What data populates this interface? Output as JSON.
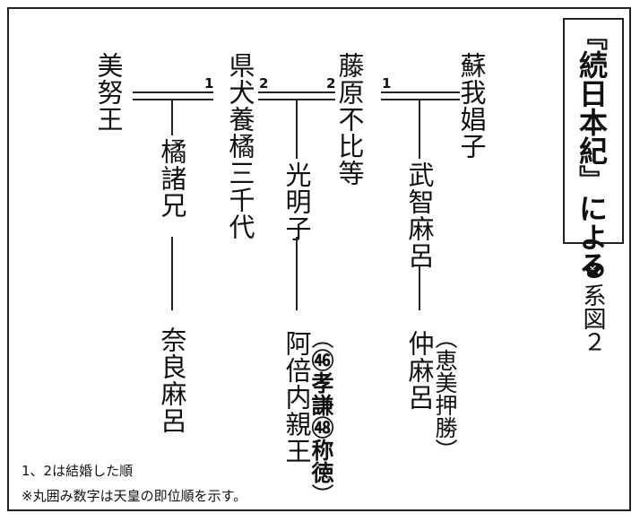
{
  "title": "『続日本紀』による",
  "figure_label": "❖系図２",
  "people": {
    "minu": "美努王",
    "michiyo": "県犬養橘三千代",
    "fuhito": "藤原不比等",
    "shoshi": "蘇我娼子",
    "moroe": "橘諸兄",
    "komyoshi": "光明子",
    "muchimaro": "武智麻呂",
    "naramaro": "奈良麻呂",
    "abe": "阿倍内親王",
    "nakamaro": "仲麻呂"
  },
  "notes": {
    "abe_open": "（",
    "abe_num1": "㊻",
    "abe_name1": "孝謙",
    "abe_num2": "㊽",
    "abe_name2": "称徳",
    "abe_close": "）",
    "nakamaro": "（恵美押勝）"
  },
  "marriage_orders": {
    "m1_right": "1",
    "m2_left": "2",
    "m2_right": "2",
    "m3_left": "1"
  },
  "footer": {
    "line1": "1、2は結婚した順",
    "line2": "※丸囲み数字は天皇の即位順を示す。"
  }
}
